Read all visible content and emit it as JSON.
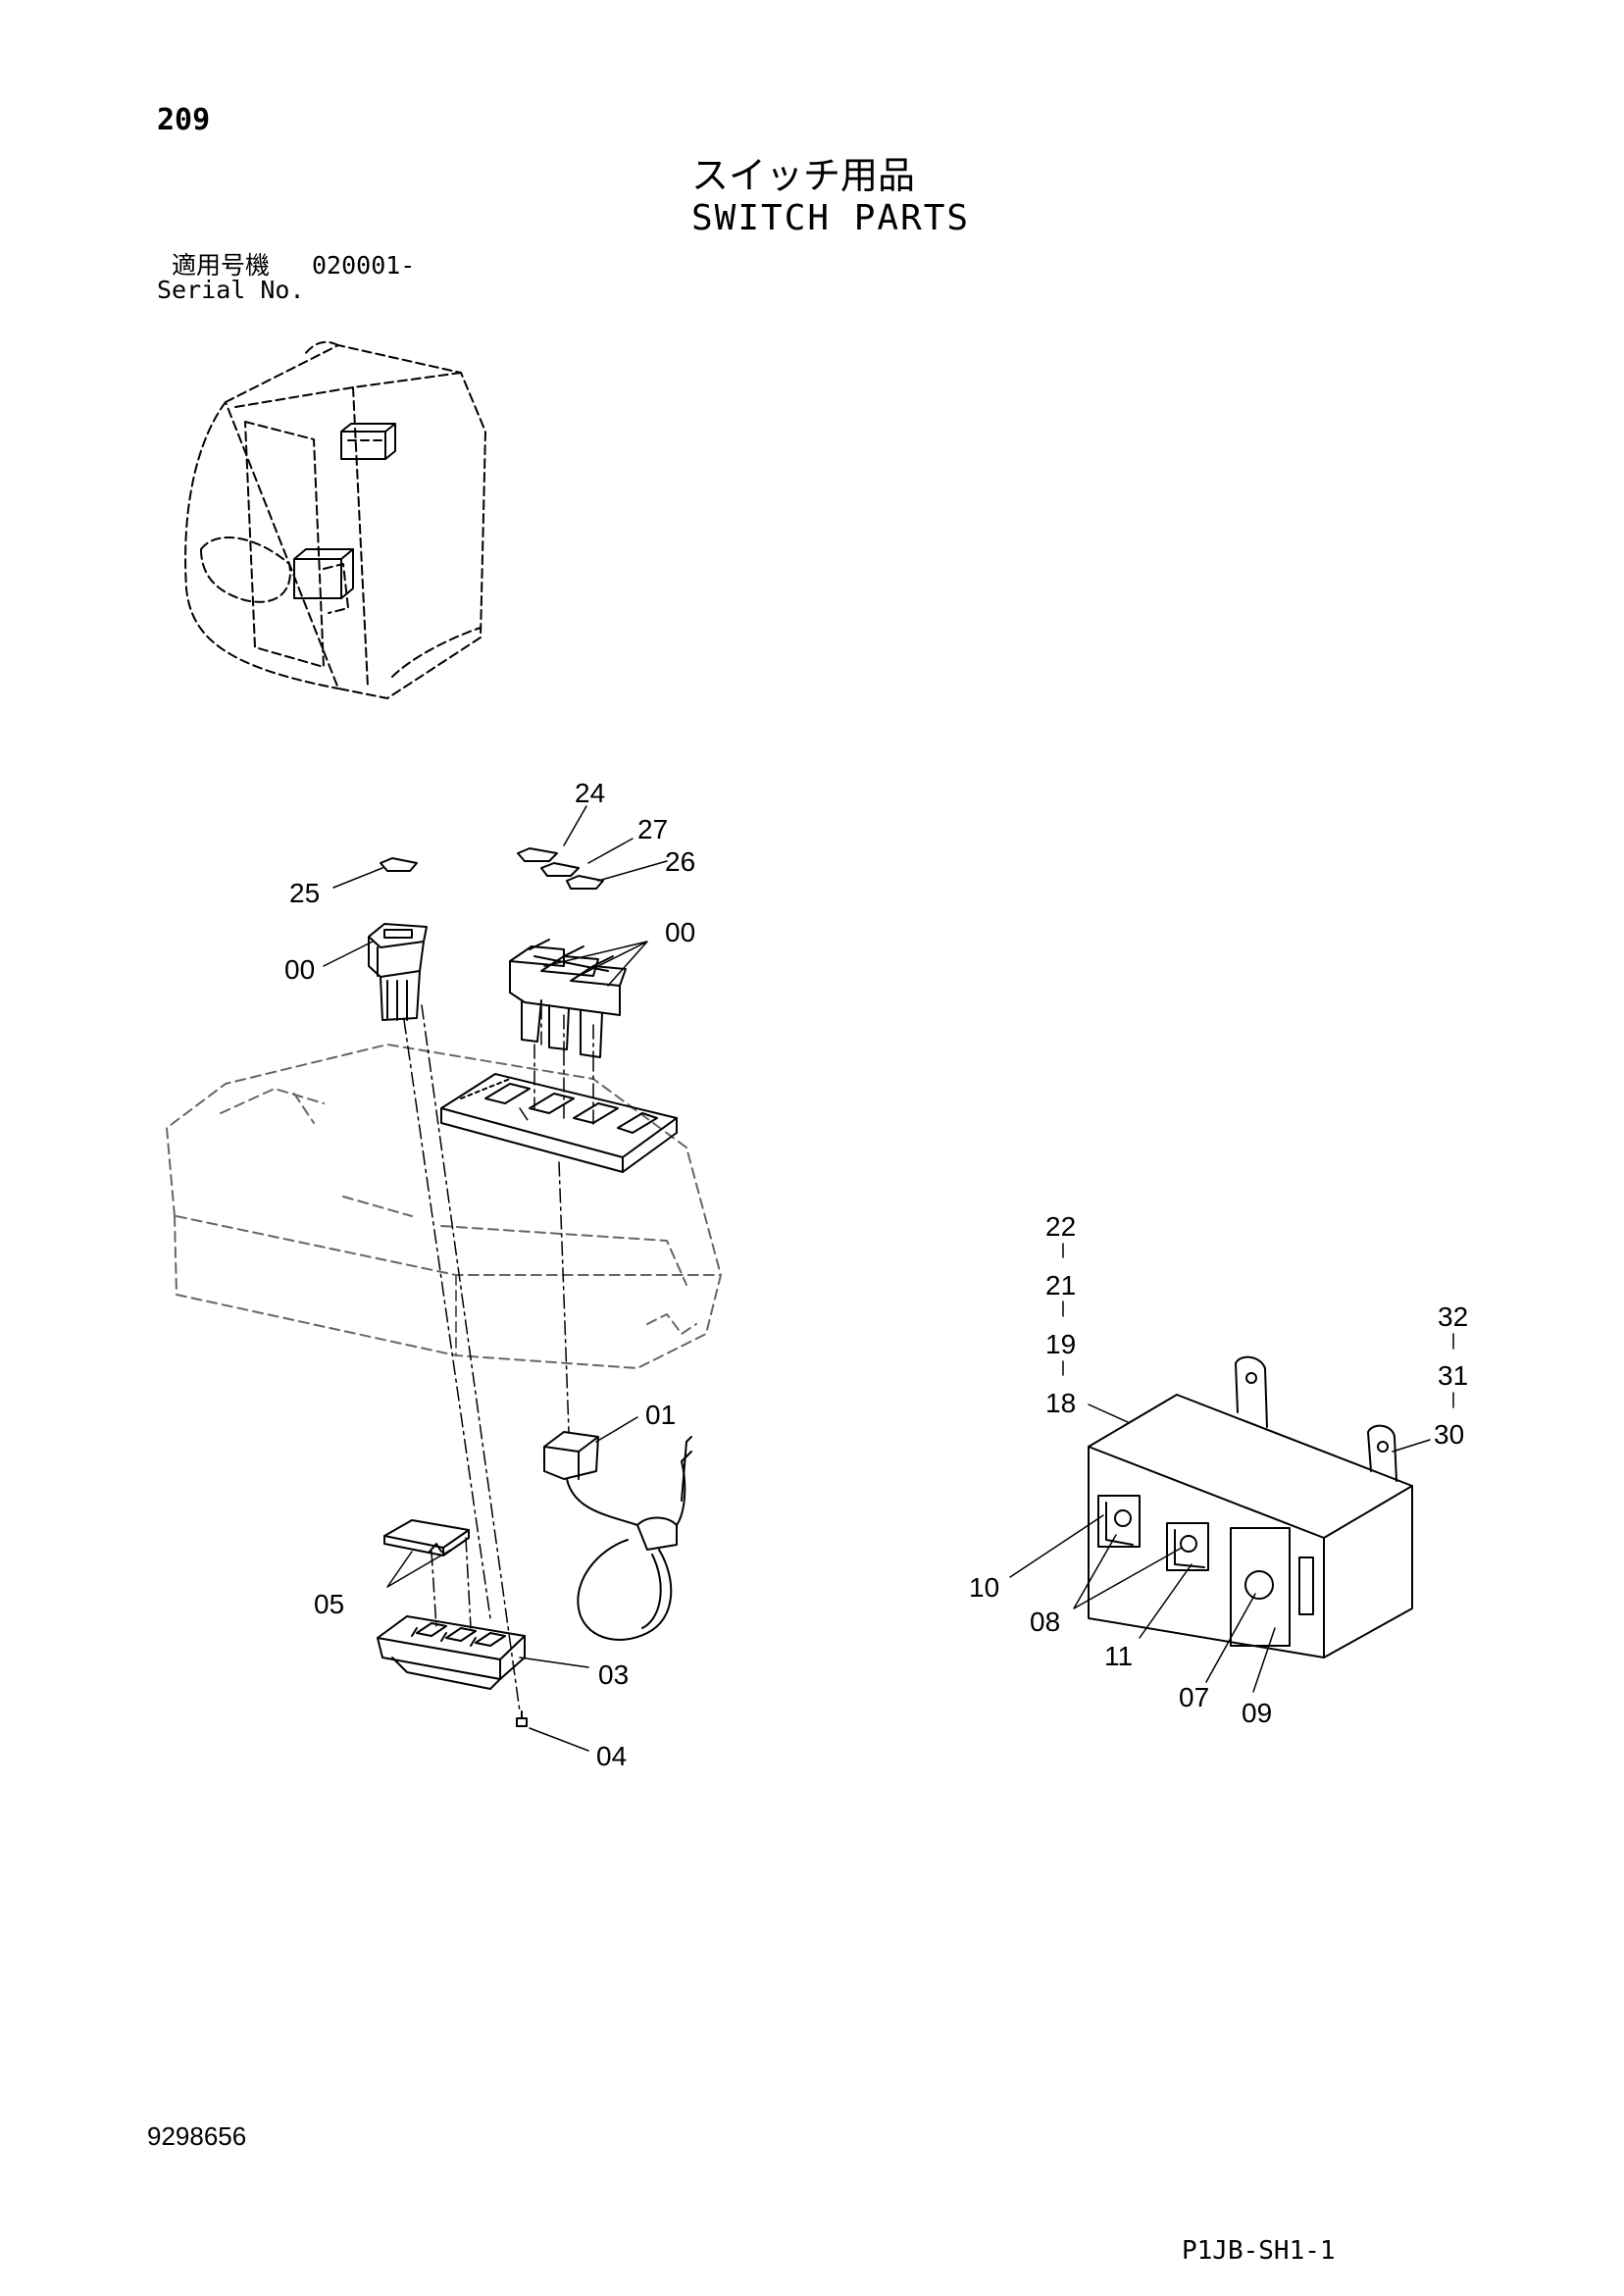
{
  "header": {
    "page_number": "209",
    "title_jp": "スイッチ用品",
    "title_en": "SWITCH PARTS",
    "serial_label_jp": "適用号機",
    "serial_value": "020001-",
    "serial_label_en": "Serial No."
  },
  "footer": {
    "doc_number": "9298656",
    "page_code": "P1JB-SH1-1"
  },
  "callouts": {
    "c24": "24",
    "c27": "27",
    "c26": "26",
    "c25": "25",
    "c00a": "00",
    "c00b": "00",
    "c01": "01",
    "c05": "05",
    "c03": "03",
    "c04": "04",
    "c22": "22",
    "c21": "21",
    "c19": "19",
    "c18": "18",
    "c32": "32",
    "c31": "31",
    "c30": "30",
    "c10": "10",
    "c08": "08",
    "c11": "11",
    "c07": "07",
    "c09": "09"
  }
}
